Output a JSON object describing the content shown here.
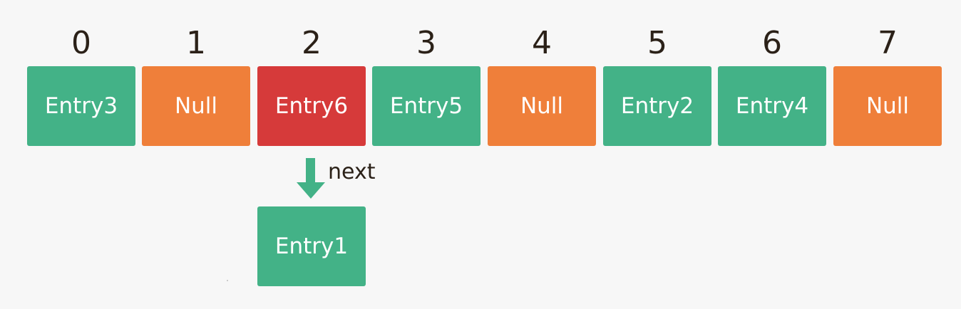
{
  "colors": {
    "green": "#43b287",
    "orange": "#ef7f3a",
    "red": "#d63a3a"
  },
  "buckets": [
    {
      "index": "0",
      "label": "Entry3",
      "color": "green"
    },
    {
      "index": "1",
      "label": "Null",
      "color": "orange"
    },
    {
      "index": "2",
      "label": "Entry6",
      "color": "red"
    },
    {
      "index": "3",
      "label": "Entry5",
      "color": "green"
    },
    {
      "index": "4",
      "label": "Null",
      "color": "orange"
    },
    {
      "index": "5",
      "label": "Entry2",
      "color": "green"
    },
    {
      "index": "6",
      "label": "Entry4",
      "color": "green"
    },
    {
      "index": "7",
      "label": "Null",
      "color": "orange"
    }
  ],
  "chain": {
    "arrow_label": "next",
    "entry_label": "Entry1",
    "color": "green"
  }
}
